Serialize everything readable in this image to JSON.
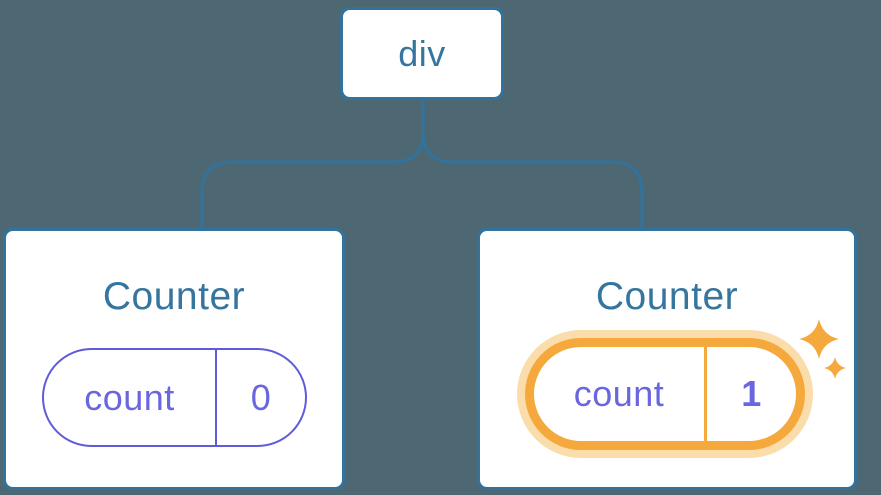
{
  "diagram": {
    "description": "component-tree-state-diagram",
    "root": {
      "label": "div"
    },
    "children": [
      {
        "title": "Counter",
        "state": {
          "key": "count",
          "value": "0"
        },
        "highlighted": false
      },
      {
        "title": "Counter",
        "state": {
          "key": "count",
          "value": "1"
        },
        "highlighted": true,
        "icons": [
          "sparkle-icon-large",
          "sparkle-icon-small"
        ]
      }
    ],
    "colors": {
      "background": "#4D6873",
      "node_border_blue": "#32739E",
      "label_blue": "#35759E",
      "state_purple_border": "#5F5CDA",
      "state_purple_text": "#6A66E0",
      "highlight_orange": "#F5A83C",
      "highlight_glow": "#FBDCAB",
      "card_background": "#FFFFFF"
    }
  }
}
